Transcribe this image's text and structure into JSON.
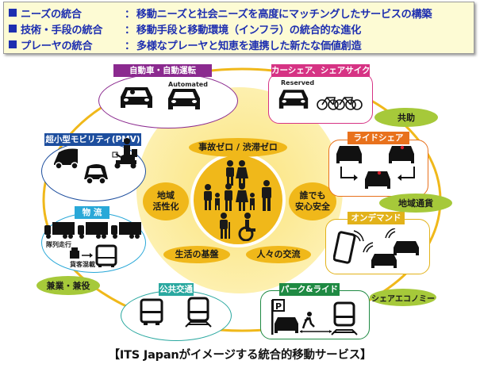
{
  "header": {
    "rows": [
      {
        "term": "ニーズの統合",
        "description": "移動ニーズと社会ニーズを高度にマッチングしたサービスの構築"
      },
      {
        "term": "技術・手段の統合",
        "description": "移動手段と移動環境（インフラ）の統合的な進化"
      },
      {
        "term": "プレーヤの統合",
        "description": "多様なプレーヤと知恵を連携した新たな価値創造"
      }
    ],
    "colon": "："
  },
  "center": {
    "top_label": "事故ゼロ / 渋滞ゼロ",
    "left_label": "地域\n活性化",
    "right_label": "誰でも\n安心安全",
    "bottom_left_label": "生活の基盤",
    "bottom_right_label": "人々の交流"
  },
  "groups": {
    "automated": {
      "label": "自動車・自動運転",
      "tag": "Automated",
      "color": "#8b2a8f"
    },
    "sharing": {
      "label": "カーシェア、シェアサイクル",
      "tag": "Reserved",
      "color": "#d63384"
    },
    "pmv": {
      "label": "超小型モビリティ(PMV)",
      "color": "#1d4e9e"
    },
    "logistics": {
      "label": "物 流",
      "sub1": "隊列走行",
      "sub2": "貨客混載",
      "color": "#29a8d8"
    },
    "rideshare": {
      "label": "ライドシェア",
      "color": "#e8711c"
    },
    "ondemand": {
      "label": "オンデマンド",
      "color": "#e2b21a"
    },
    "public": {
      "label": "公共交通",
      "color": "#2aa8a0"
    },
    "parkride": {
      "label": "パーク&ライド",
      "sign": "P",
      "color": "#1f8a43"
    }
  },
  "pills": {
    "mutual_aid": "共助",
    "local_currency": "地域通貨",
    "share_economy": "シェアエコノミー",
    "multi_role": "兼業・兼役"
  },
  "caption": "【ITS Japanがイメージする統合的移動サービス】",
  "colors": {
    "header_text": "#1e2fb0",
    "header_bg": "#fdfbd4",
    "ring": "#f0b81a",
    "center_bg": "#fbe98a",
    "pill_green": "#a6c93a"
  }
}
